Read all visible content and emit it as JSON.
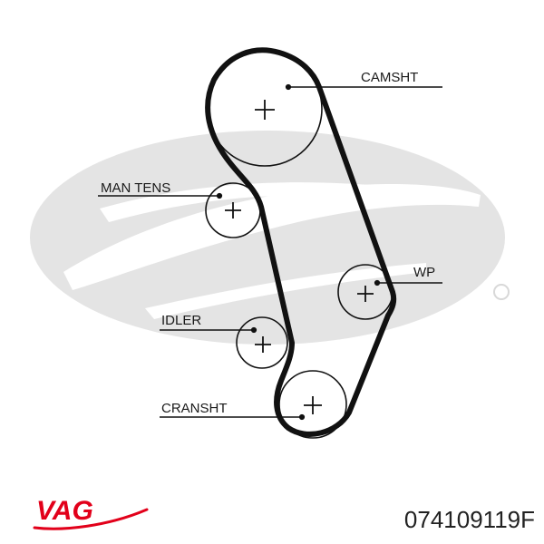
{
  "labels": {
    "camshaft": "CAMSHT",
    "manual_tensioner": "MAN TENS",
    "water_pump": "WP",
    "idler": "IDLER",
    "crankshaft": "CRANSHT"
  },
  "brand": {
    "name": "VAG",
    "color": "#e2001a"
  },
  "part_number": "074109119F",
  "colors": {
    "belt": "#111111",
    "watermark": "#e4e4e4",
    "text": "#1a1a1a"
  }
}
